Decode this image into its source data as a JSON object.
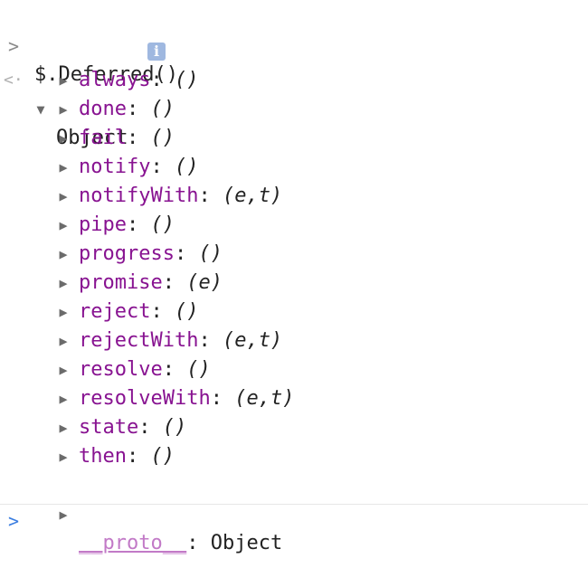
{
  "command": {
    "prompt_glyph": ">",
    "text": "$.Deferred()"
  },
  "result": {
    "glyph": "<·",
    "expand_glyph": "▼",
    "label": "Object",
    "info_badge": "i"
  },
  "properties": [
    {
      "key": "always",
      "sep": ": ",
      "sig": "()"
    },
    {
      "key": "done",
      "sep": ": ",
      "sig": "()"
    },
    {
      "key": "fail",
      "sep": ": ",
      "sig": "()"
    },
    {
      "key": "notify",
      "sep": ": ",
      "sig": "()"
    },
    {
      "key": "notifyWith",
      "sep": ": ",
      "sig": "(e,t)"
    },
    {
      "key": "pipe",
      "sep": ": ",
      "sig": "()"
    },
    {
      "key": "progress",
      "sep": ": ",
      "sig": "()"
    },
    {
      "key": "promise",
      "sep": ": ",
      "sig": "(e)"
    },
    {
      "key": "reject",
      "sep": ": ",
      "sig": "()"
    },
    {
      "key": "rejectWith",
      "sep": ": ",
      "sig": "(e,t)"
    },
    {
      "key": "resolve",
      "sep": ": ",
      "sig": "()"
    },
    {
      "key": "resolveWith",
      "sep": ": ",
      "sig": "(e,t)"
    },
    {
      "key": "state",
      "sep": ": ",
      "sig": "()"
    },
    {
      "key": "then",
      "sep": ": ",
      "sig": "()"
    }
  ],
  "proto": {
    "key": "__proto__",
    "sep": ": ",
    "value": "Object"
  },
  "collapse_glyph": "▶",
  "input": {
    "prompt_glyph": ">",
    "value": ""
  },
  "colors": {
    "property_key": "#881391",
    "proto_key": "#c27ac7",
    "input_prompt": "#3a7de0",
    "info_badge": "#9fb8e0"
  }
}
